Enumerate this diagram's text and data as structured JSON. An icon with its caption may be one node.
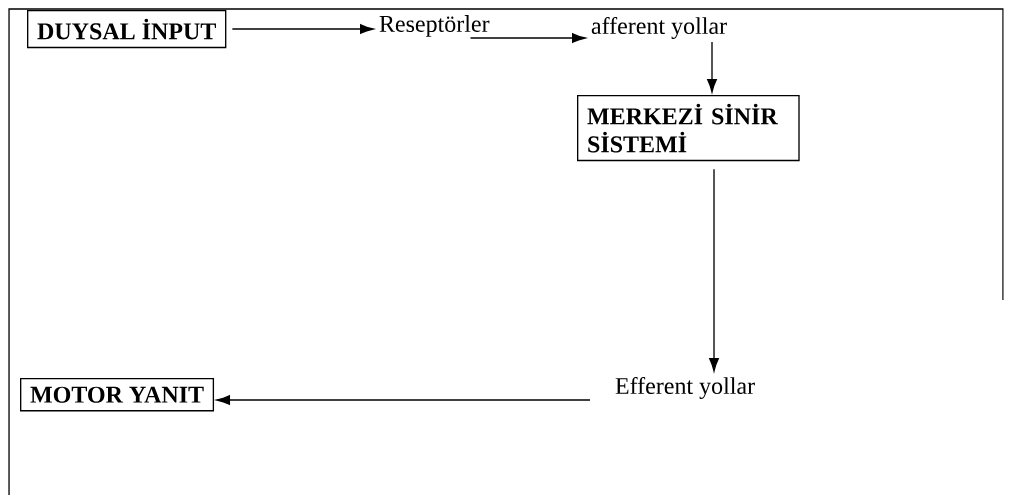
{
  "diagram": {
    "nodes": [
      {
        "text": [
          "DUYSAL İNPUT"
        ]
      },
      {
        "text": [
          "Reseptörler"
        ]
      },
      {
        "text": [
          "afferent yollar"
        ]
      },
      {
        "text": [
          "MERKEZİ SİNİR SİSTEMİ"
        ]
      },
      {
        "text": [
          "Efferent yollar"
        ]
      },
      {
        "text": [
          "MOTOR YANIT"
        ]
      }
    ],
    "edges": [
      {
        "from": 0,
        "to": 1,
        "arrow": "to"
      },
      {
        "from": 1,
        "to": 2,
        "arrow": "to"
      },
      {
        "from": 2,
        "to": 3,
        "arrow": "to"
      },
      {
        "from": 3,
        "to": 4,
        "arrow": "to"
      },
      {
        "from": 4,
        "to": 5,
        "arrow": "to"
      }
    ]
  }
}
